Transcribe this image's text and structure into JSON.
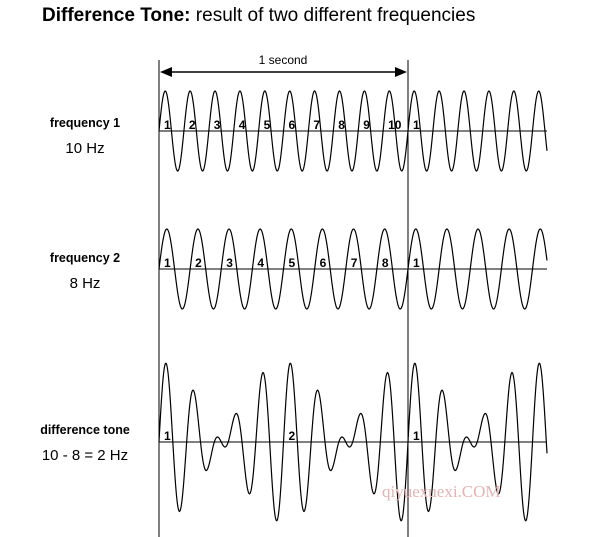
{
  "title": {
    "bold": "Difference Tone:",
    "rest": " result of two different frequencies"
  },
  "time_span_label": "1 second",
  "rows": [
    {
      "name": "frequency 1",
      "value": "10 Hz",
      "cycle_labels": [
        "1",
        "2",
        "3",
        "4",
        "5",
        "6",
        "7",
        "8",
        "9",
        "10",
        "1"
      ]
    },
    {
      "name": "frequency 2",
      "value": "8 Hz",
      "cycle_labels": [
        "1",
        "2",
        "3",
        "4",
        "5",
        "6",
        "7",
        "8",
        "1"
      ]
    },
    {
      "name": "difference tone",
      "value": "10 - 8 = 2 Hz",
      "cycle_labels": [
        "1",
        "2",
        "1"
      ]
    }
  ],
  "watermark": "qiyuexuexi.COM",
  "colors": {
    "ink": "#000000",
    "background": "#ffffff",
    "watermark": "#e6b3b3"
  }
}
